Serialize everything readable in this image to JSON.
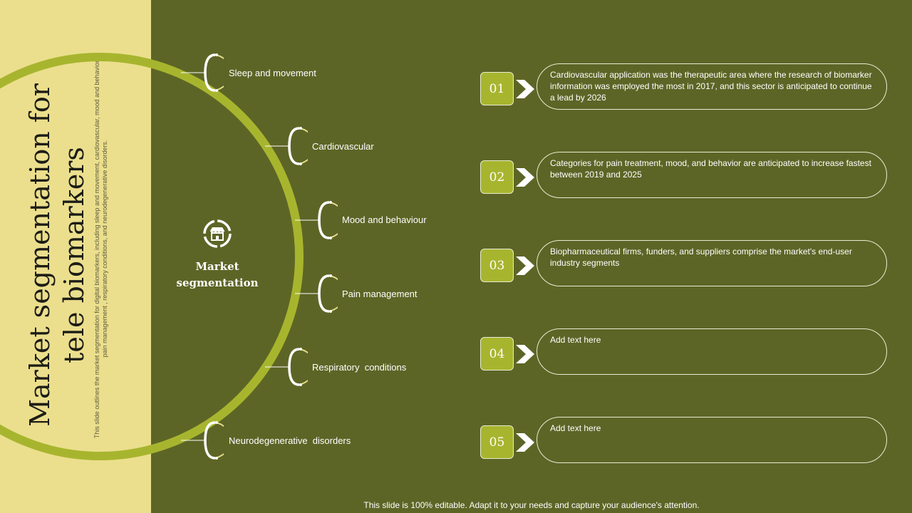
{
  "slide": {
    "title": "Market segmentation for\ntele biomarkers",
    "subtitle": "This slide outlines the market segmentation for digital biomarkers, including sleep and movement, cardiovascular, mood and behavior, pain management , respiratory conditions, and neurodegenerative disorders.",
    "footer": "This slide is 100% editable. Adapt it to your needs and capture your audience's attention."
  },
  "center": {
    "icon": "market-stall-icon",
    "label": "Market\nsegmentation"
  },
  "segments": [
    {
      "icon": "stethoscope-icon",
      "label": "Sleep and movement"
    },
    {
      "icon": "stethoscope-icon",
      "label": "Cardiovascular"
    },
    {
      "icon": "stethoscope-icon",
      "label": "Mood and behaviour"
    },
    {
      "icon": "stethoscope-icon",
      "label": "Pain management"
    },
    {
      "icon": "stethoscope-icon",
      "label": "Respiratory  conditions"
    },
    {
      "icon": "stethoscope-icon",
      "label": "Neurodegenerative  disorders"
    }
  ],
  "points": [
    {
      "number": "01",
      "icon": "chevron-right-icon",
      "text": "Cardiovascular application was the therapeutic area where the research of biomarker information was employed the most in 2017,  and this sector is anticipated to continue a lead by 2026"
    },
    {
      "number": "02",
      "icon": "chevron-right-icon",
      "text": "Categories for pain treatment, mood, and behavior are anticipated to increase fastest between 2019 and 2025"
    },
    {
      "number": "03",
      "icon": "chevron-right-icon",
      "text": "Biopharmaceutical firms, funders, and suppliers comprise the market's end-user industry segments"
    },
    {
      "number": "04",
      "icon": "chevron-right-icon",
      "text": "Add text here"
    },
    {
      "number": "05",
      "icon": "chevron-right-icon",
      "text": "Add text here"
    }
  ],
  "colors": {
    "background": "#5d6526",
    "left_panel": "#ebdf8d",
    "accent_green": "#a7b52e",
    "stethoscope": "#e6df8f",
    "text": "#ffffff"
  }
}
